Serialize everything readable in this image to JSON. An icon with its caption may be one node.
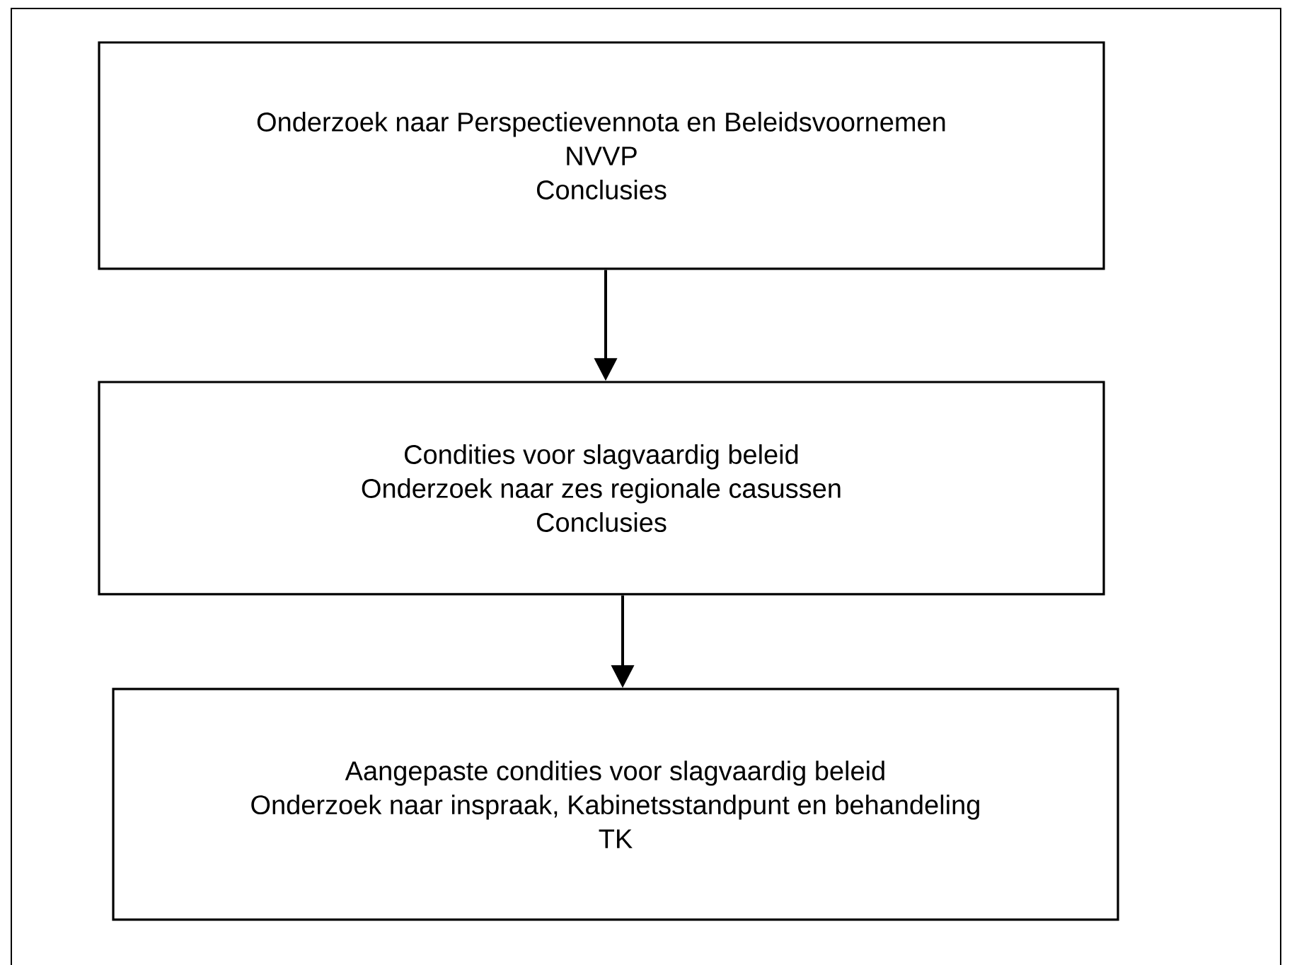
{
  "diagram": {
    "nodes": [
      {
        "text": [
          "Onderzoek naar Perspectievennota en Beleidsvoornemen NVVP",
          "Conclusies"
        ]
      },
      {
        "text": [
          "Condities voor slagvaardig beleid",
          "Onderzoek naar zes regionale casussen",
          "Conclusies"
        ]
      },
      {
        "text": [
          "Aangepaste condities voor slagvaardig beleid",
          "Onderzoek naar inspraak, Kabinetsstandpunt en behandeling TK"
        ]
      }
    ],
    "edges": [
      {
        "from": 0,
        "to": 1,
        "arrow": "to"
      },
      {
        "from": 1,
        "to": 2,
        "arrow": "to"
      }
    ]
  }
}
